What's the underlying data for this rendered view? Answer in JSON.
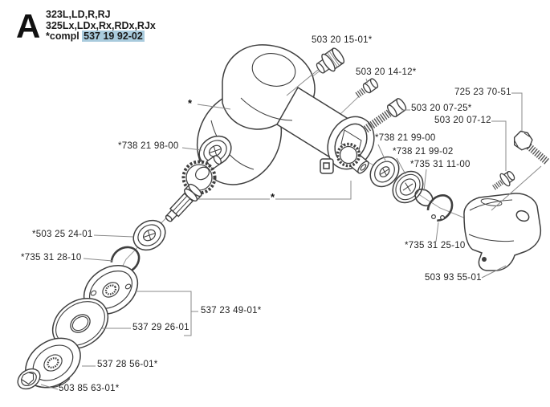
{
  "header": {
    "section_letter": "A",
    "models_line1": "323L,LD,R,RJ",
    "models_line2": "325Lx,LDx,Rx,RDx,RJx",
    "compl_prefix": "*compl ",
    "compl_number": "537 19 92-02"
  },
  "colors": {
    "highlight": "#a9cbdd",
    "leader_line": "#8a8a8a",
    "part_stroke": "#3f3f3f"
  },
  "markers": {
    "asterisk": "*"
  },
  "labels": [
    {
      "part": "plug",
      "text": "503 20 15-01*"
    },
    {
      "part": "bolt-small",
      "text": "503 20 14-12*"
    },
    {
      "part": "screw-long",
      "text": "503 20 07-25*"
    },
    {
      "part": "hex-bolt",
      "text": "725 23 70-51"
    },
    {
      "part": "screw-washer",
      "text": "503 20 07-12"
    },
    {
      "part": "bearing-upper",
      "text": "*738 21 98-00"
    },
    {
      "part": "bearing-input-1",
      "text": "*738 21 99-00"
    },
    {
      "part": "bearing-input-2",
      "text": "*738 21 99-02"
    },
    {
      "part": "ring-small",
      "text": "*735 31 11-00"
    },
    {
      "part": "bearing-output",
      "text": "*503 25 24-01"
    },
    {
      "part": "snap-ring",
      "text": "*735 31 28-10"
    },
    {
      "part": "circlip",
      "text": "*735 31 25-10"
    },
    {
      "part": "guard-plate",
      "text": "503 93 55-01"
    },
    {
      "part": "flange-disc",
      "text": "537 23 49-01*"
    },
    {
      "part": "support-washer",
      "text": "537 29 26-01"
    },
    {
      "part": "cup-washer",
      "text": "537 28 56-01*"
    },
    {
      "part": "nut",
      "text": "503 85 63-01*"
    }
  ]
}
